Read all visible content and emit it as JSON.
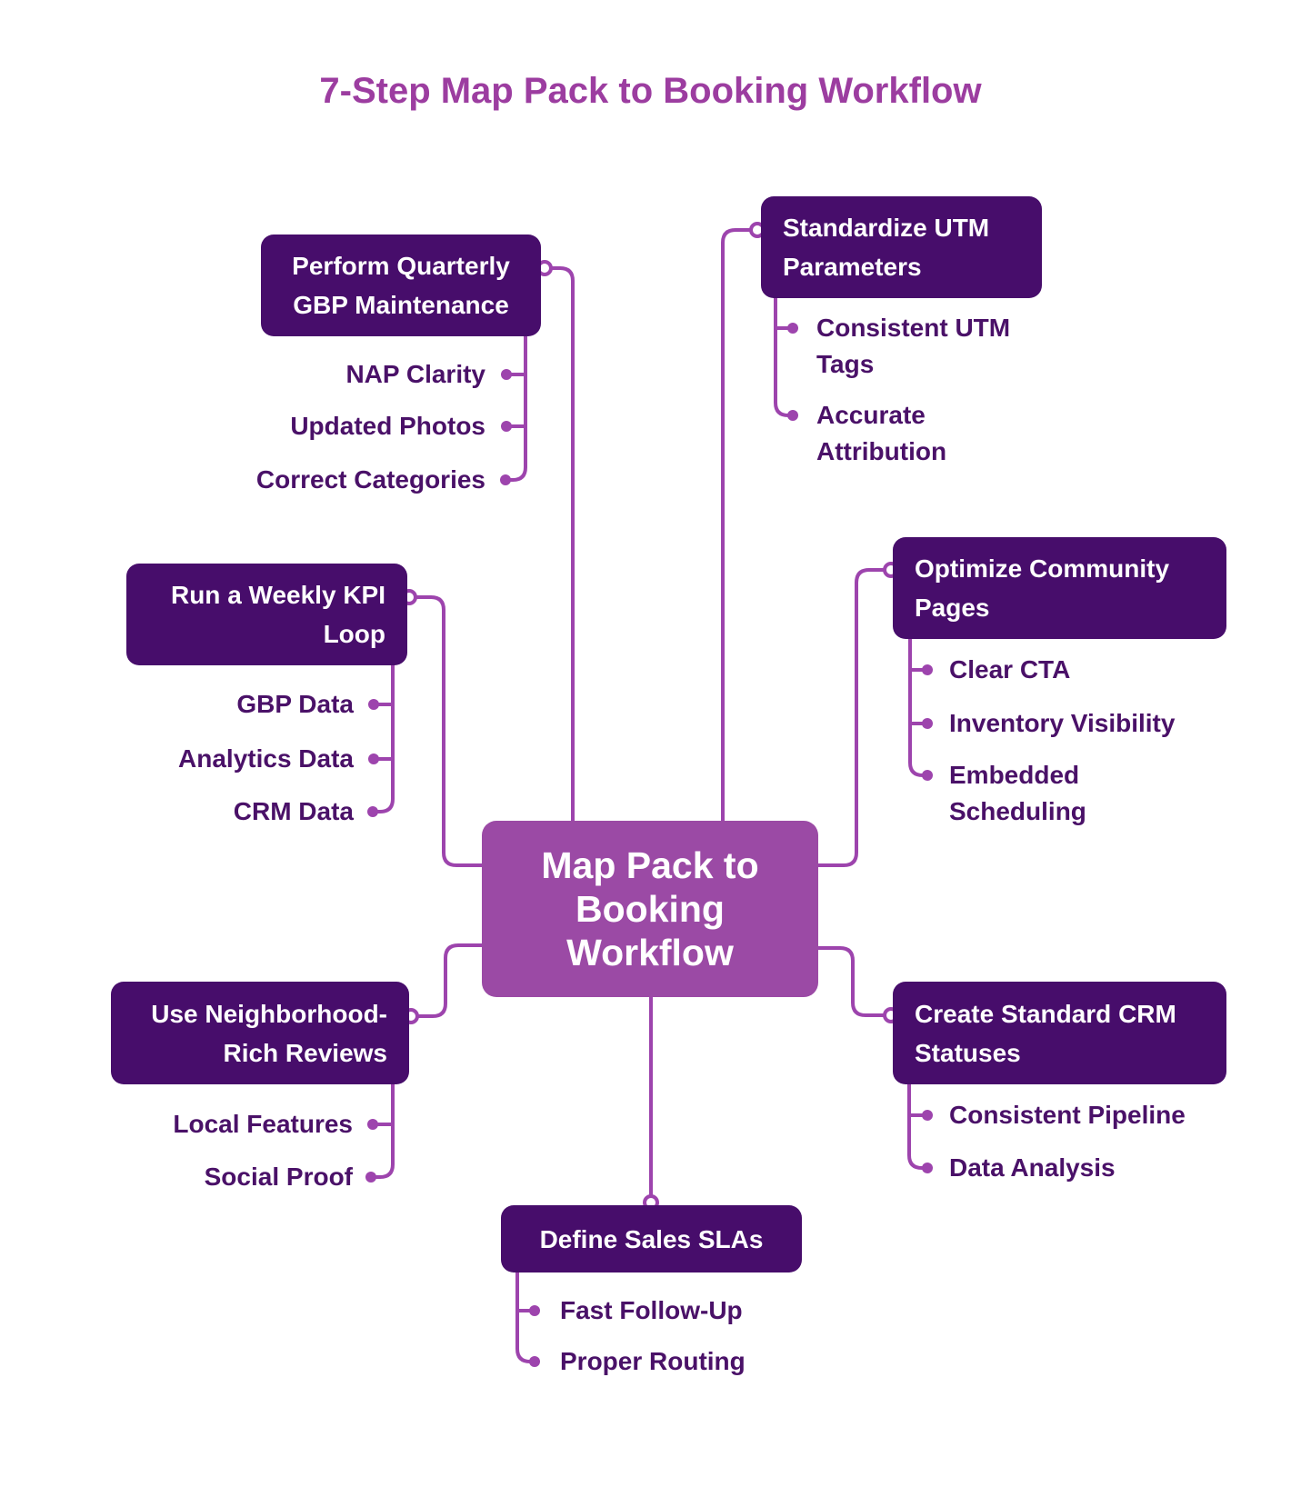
{
  "title": "7-Step Map Pack to Booking Workflow",
  "center": {
    "label": "Map Pack to\nBooking\nWorkflow"
  },
  "colors": {
    "background": "#ffffff",
    "branch_box_fill": "#470d6b",
    "central_box_fill": "#9b4aa5",
    "connector_line": "#9d44ad",
    "title_text": "#9c3da0",
    "sub_item_text": "#4a1168",
    "box_text": "#ffffff"
  },
  "branches": [
    {
      "id": "perform-quarterly-gbp-maintenance",
      "label": "Perform Quarterly\nGBP Maintenance",
      "items": [
        "NAP Clarity",
        "Updated Photos",
        "Correct Categories"
      ]
    },
    {
      "id": "standardize-utm-parameters",
      "label": "Standardize UTM\nParameters",
      "items": [
        "Consistent UTM\nTags",
        "Accurate\nAttribution"
      ]
    },
    {
      "id": "run-a-weekly-kpi-loop",
      "label": "Run a Weekly KPI\nLoop",
      "items": [
        "GBP Data",
        "Analytics Data",
        "CRM Data"
      ]
    },
    {
      "id": "optimize-community-pages",
      "label": "Optimize Community\nPages",
      "items": [
        "Clear CTA",
        "Inventory Visibility",
        "Embedded\nScheduling"
      ]
    },
    {
      "id": "use-neighborhood-rich-reviews",
      "label": "Use Neighborhood-\nRich Reviews",
      "items": [
        "Local Features",
        "Social Proof"
      ]
    },
    {
      "id": "create-standard-crm-statuses",
      "label": "Create Standard CRM\nStatuses",
      "items": [
        "Consistent Pipeline",
        "Data Analysis"
      ]
    },
    {
      "id": "define-sales-slas",
      "label": "Define Sales SLAs",
      "items": [
        "Fast Follow-Up",
        "Proper Routing"
      ]
    }
  ]
}
